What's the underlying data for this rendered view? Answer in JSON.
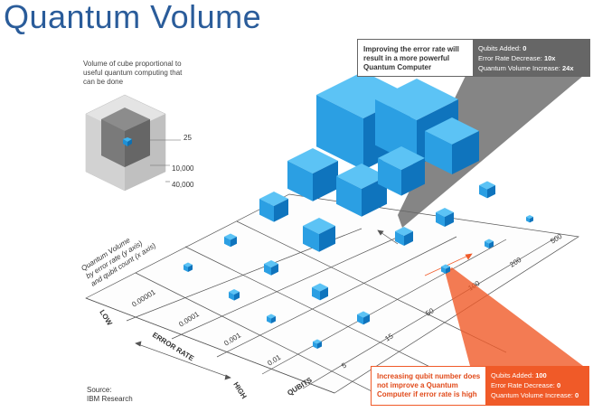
{
  "title": "Quantum Volume",
  "legend": {
    "description": "Volume of cube proportional to useful quantum computing that can be done",
    "values": [
      "25",
      "10,000",
      "40,000"
    ]
  },
  "axis_caption": "Quantum Volume by error rate (y axis) and qubit count (x axis)",
  "error_rates": [
    "0.00001",
    "0.0001",
    "0.001",
    "0.01"
  ],
  "qubits": [
    "5",
    "15",
    "50",
    "100",
    "200",
    "500"
  ],
  "axis_labels": {
    "low": "LOW",
    "error_rate": "ERROR RATE",
    "high": "HIGH",
    "qubits": "QUBITS"
  },
  "callout_top": {
    "text": "Improving the error rate will result in a more powerful Quantum Computer",
    "stats": [
      {
        "label": "Qubits Added:",
        "value": "0"
      },
      {
        "label": "Error Rate Decrease:",
        "value": "10x"
      },
      {
        "label": "Quantum Volume Increase:",
        "value": "24x"
      }
    ]
  },
  "callout_bottom": {
    "text": "Increasing qubit number does not improve a Quantum Computer if error rate is high",
    "stats": [
      {
        "label": "Qubits Added:",
        "value": "100"
      },
      {
        "label": "Error Rate Decrease:",
        "value": "0"
      },
      {
        "label": "Quantum Volume Increase:",
        "value": "0"
      }
    ]
  },
  "source": {
    "label": "Source:",
    "name": "IBM Research"
  },
  "colors": {
    "title": "#2a5c9a",
    "cube": "#1e90d6",
    "orange": "#f05a28",
    "gray": "#666666"
  }
}
